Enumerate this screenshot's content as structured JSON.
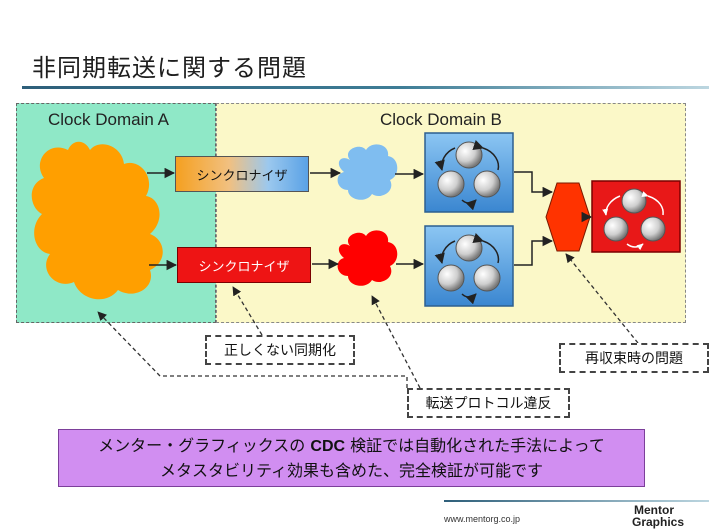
{
  "title": "非同期転送に関する問題",
  "domains": {
    "a": {
      "label": "Clock Domain A",
      "color": "#8fe8c7"
    },
    "b": {
      "label": "Clock Domain B",
      "color": "#fbf8c8"
    }
  },
  "synchronizers": {
    "top": {
      "label": "シンクロナイザ"
    },
    "bottom": {
      "label": "シンクロナイザ",
      "color": "#ee1414"
    }
  },
  "callouts": {
    "incorrect_sync": "正しくない同期化",
    "reconvergence": "再収束時の問題",
    "protocol_violation": "転送プロトコル違反"
  },
  "banner": {
    "line1_pre": "メンター・グラフィックスの ",
    "line1_bold": "CDC",
    "line1_post": " 検証では自動化された手法によって",
    "line2": "メタスタビリティ効果も含めた、完全検証が可能です",
    "color": "#d18ef1"
  },
  "footer": {
    "url": "www.mentorg.co.jp",
    "logo_line1": "Mentor",
    "logo_line2": "Graphics"
  },
  "colors": {
    "source_cloud": "#ff9f00",
    "blue_cloud": "#7fbdf0",
    "red_cloud": "#ff0000",
    "logic_block": "#5ba3e3",
    "merge_hex": "#ff3300",
    "dest_block": "#e81818"
  }
}
